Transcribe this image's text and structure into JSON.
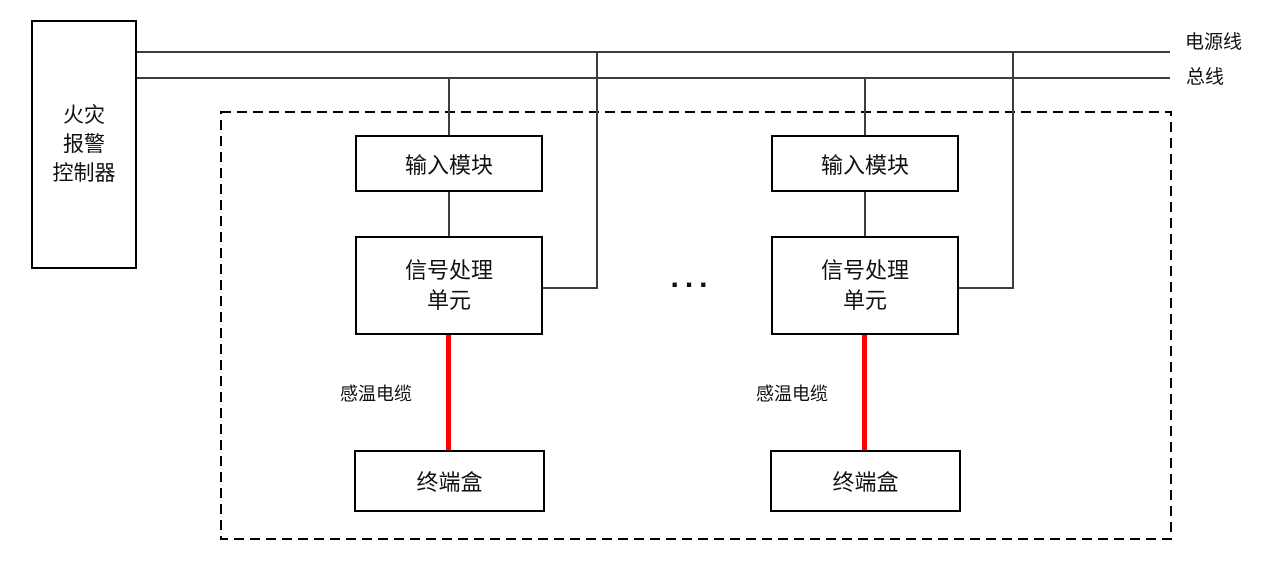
{
  "diagram": {
    "title_semantic": "linear-heat-detection-fire-alarm-wiring-diagram",
    "controller": {
      "label": "火灾\n报警\n控制器"
    },
    "top_lines": {
      "power_label": "电源线",
      "bus_label": "总线"
    },
    "ellipsis": "...",
    "colors": {
      "line": "#3d3d3d",
      "box_border": "#000000",
      "sensing_cable": "#ff0000",
      "background": "#ffffff"
    },
    "units": [
      {
        "input_label": "输入模块",
        "signal_label": "信号处理\n单元",
        "cable_label": "感温电缆",
        "terminal_label": "终端盒"
      },
      {
        "input_label": "输入模块",
        "signal_label": "信号处理\n单元",
        "cable_label": "感温电缆",
        "terminal_label": "终端盒"
      }
    ]
  }
}
